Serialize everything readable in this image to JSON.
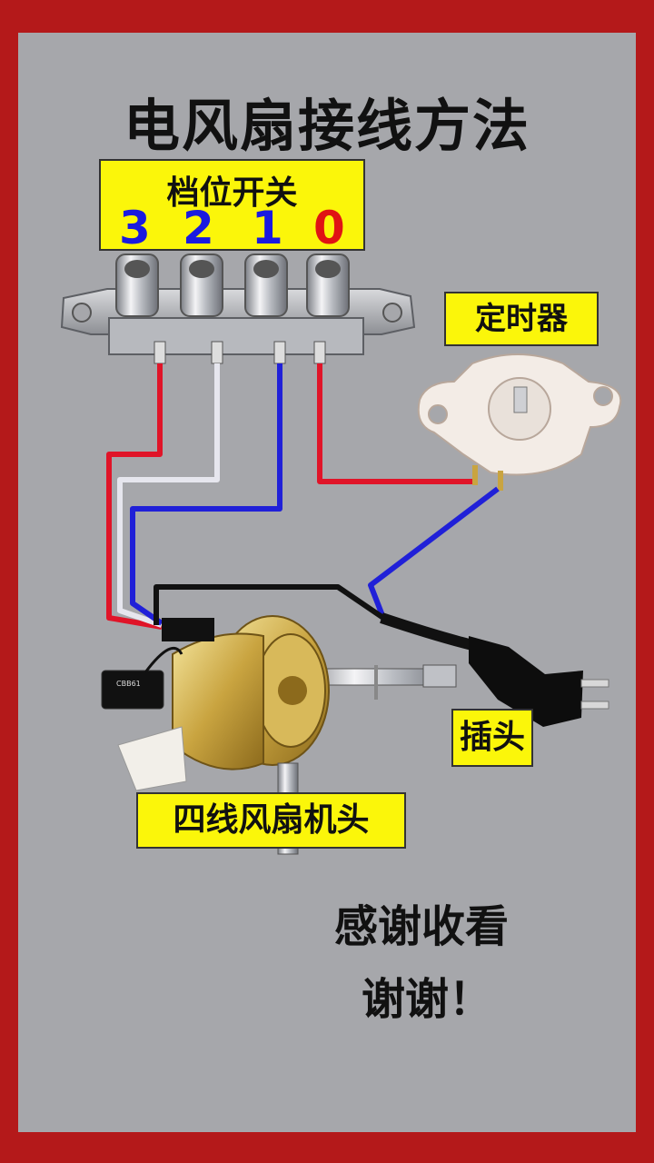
{
  "title": "电风扇接线方法",
  "switch": {
    "label": "档位开关",
    "positions": [
      {
        "text": "3",
        "color": "#1a1ae0"
      },
      {
        "text": "2",
        "color": "#1a1ae0"
      },
      {
        "text": "1",
        "color": "#1a1ae0"
      },
      {
        "text": "0",
        "color": "#e01414"
      }
    ]
  },
  "timer_label": "定时器",
  "plug_label": "插头",
  "motor_label": "四线风扇机头",
  "thanks_line1": "感谢收看",
  "thanks_line2": "谢谢！",
  "capacitor_text": "CBB61",
  "colors": {
    "frame": "#b4191a",
    "background": "#a6a7ab",
    "label_bg": "#fbf60a",
    "wire_red": "#e01428",
    "wire_blue": "#2020d8",
    "wire_white": "#e6e6ee",
    "wire_black": "#111111"
  }
}
